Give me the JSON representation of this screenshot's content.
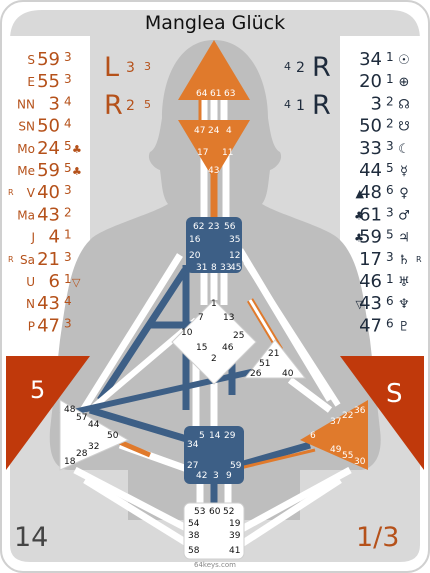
{
  "title": "Manglea Glück",
  "footer": "64keys.com",
  "colors": {
    "personality": "#1e2b3c",
    "design": "#b5511a",
    "design_fill": "#e07a2c",
    "defined_blue": "#3d5f86",
    "inner_frame": "#d9d9d9",
    "silhouette": "#bfbfbf",
    "corner": "#c0390b"
  },
  "corners": {
    "left_mid": "5",
    "right_mid": "S",
    "bottom_left": "14",
    "bottom_right": "1/3"
  },
  "design_column": [
    {
      "planet": "S",
      "gate": "59",
      "line": "3",
      "mark": ""
    },
    {
      "planet": "E",
      "gate": "55",
      "line": "3",
      "mark": ""
    },
    {
      "planet": "NN",
      "gate": "3",
      "line": "4",
      "mark": ""
    },
    {
      "planet": "SN",
      "gate": "50",
      "line": "4",
      "mark": ""
    },
    {
      "planet": "Mo",
      "gate": "24",
      "line": "5",
      "mark": "♣"
    },
    {
      "planet": "Me",
      "gate": "59",
      "line": "5",
      "mark": "♣"
    },
    {
      "planet": "V",
      "gate": "40",
      "line": "3",
      "mark": "",
      "pre": "R"
    },
    {
      "planet": "Ma",
      "gate": "43",
      "line": "2",
      "mark": ""
    },
    {
      "planet": "J",
      "gate": "4",
      "line": "1",
      "mark": ""
    },
    {
      "planet": "Sa",
      "gate": "21",
      "line": "3",
      "mark": "",
      "pre": "R"
    },
    {
      "planet": "U",
      "gate": "6",
      "line": "1",
      "mark": "▽"
    },
    {
      "planet": "N",
      "gate": "43",
      "line": "4",
      "mark": ""
    },
    {
      "planet": "P",
      "gate": "47",
      "line": "3",
      "mark": ""
    }
  ],
  "personality_column": [
    {
      "gate": "34",
      "line": "1",
      "symbol": "☉",
      "mark": ""
    },
    {
      "gate": "20",
      "line": "1",
      "symbol": "⊕",
      "mark": ""
    },
    {
      "gate": "3",
      "line": "2",
      "symbol": "☊",
      "mark": ""
    },
    {
      "gate": "50",
      "line": "2",
      "symbol": "☋",
      "mark": ""
    },
    {
      "gate": "33",
      "line": "3",
      "symbol": "☾",
      "mark": ""
    },
    {
      "gate": "44",
      "line": "5",
      "symbol": "☿",
      "mark": ""
    },
    {
      "gate": "48",
      "line": "6",
      "symbol": "♀",
      "mark": "▲"
    },
    {
      "gate": "61",
      "line": "3",
      "symbol": "♂",
      "mark": "♣"
    },
    {
      "gate": "59",
      "line": "5",
      "symbol": "♃",
      "mark": "♣"
    },
    {
      "gate": "17",
      "line": "3",
      "symbol": "♄",
      "mark": "",
      "post": "R"
    },
    {
      "gate": "46",
      "line": "1",
      "symbol": "♅",
      "mark": ""
    },
    {
      "gate": "43",
      "line": "6",
      "symbol": "♆",
      "mark": "▽"
    },
    {
      "gate": "47",
      "line": "6",
      "symbol": "♇",
      "mark": ""
    }
  ],
  "variables": {
    "design_top": {
      "letter": "L",
      "a": "3",
      "b": "3"
    },
    "design_bottom": {
      "letter": "R",
      "a": "2",
      "b": "5"
    },
    "personality_top": {
      "letter": "R",
      "a": "4",
      "b": "2"
    },
    "personality_bottom": {
      "letter": "R",
      "a": "4",
      "b": "1"
    }
  },
  "centers": {
    "head": {
      "gates": [
        "64",
        "61",
        "63"
      ],
      "defined": true
    },
    "ajna": {
      "gates": [
        "47",
        "24",
        "4",
        "17",
        "11",
        "43"
      ],
      "defined": true
    },
    "throat": {
      "gates": [
        "62",
        "23",
        "56",
        "16",
        "35",
        "20",
        "12",
        "31",
        "8",
        "33",
        "45"
      ],
      "defined": true
    },
    "g": {
      "gates": [
        "7",
        "1",
        "13",
        "10",
        "25",
        "15",
        "46",
        "2"
      ],
      "defined": false
    },
    "ego": {
      "gates": [
        "21",
        "51",
        "26",
        "40"
      ],
      "defined": false
    },
    "spleen": {
      "gates": [
        "48",
        "57",
        "44",
        "50",
        "32",
        "28",
        "18"
      ],
      "defined": false
    },
    "sacral": {
      "gates": [
        "5",
        "14",
        "29",
        "34",
        "27",
        "59",
        "42",
        "3",
        "9"
      ],
      "defined": true
    },
    "solar_plexus": {
      "gates": [
        "36",
        "22",
        "37",
        "6",
        "49",
        "55",
        "30"
      ],
      "defined": true
    },
    "root": {
      "gates": [
        "53",
        "60",
        "52",
        "54",
        "19",
        "38",
        "39",
        "58",
        "41"
      ],
      "defined": false
    }
  }
}
